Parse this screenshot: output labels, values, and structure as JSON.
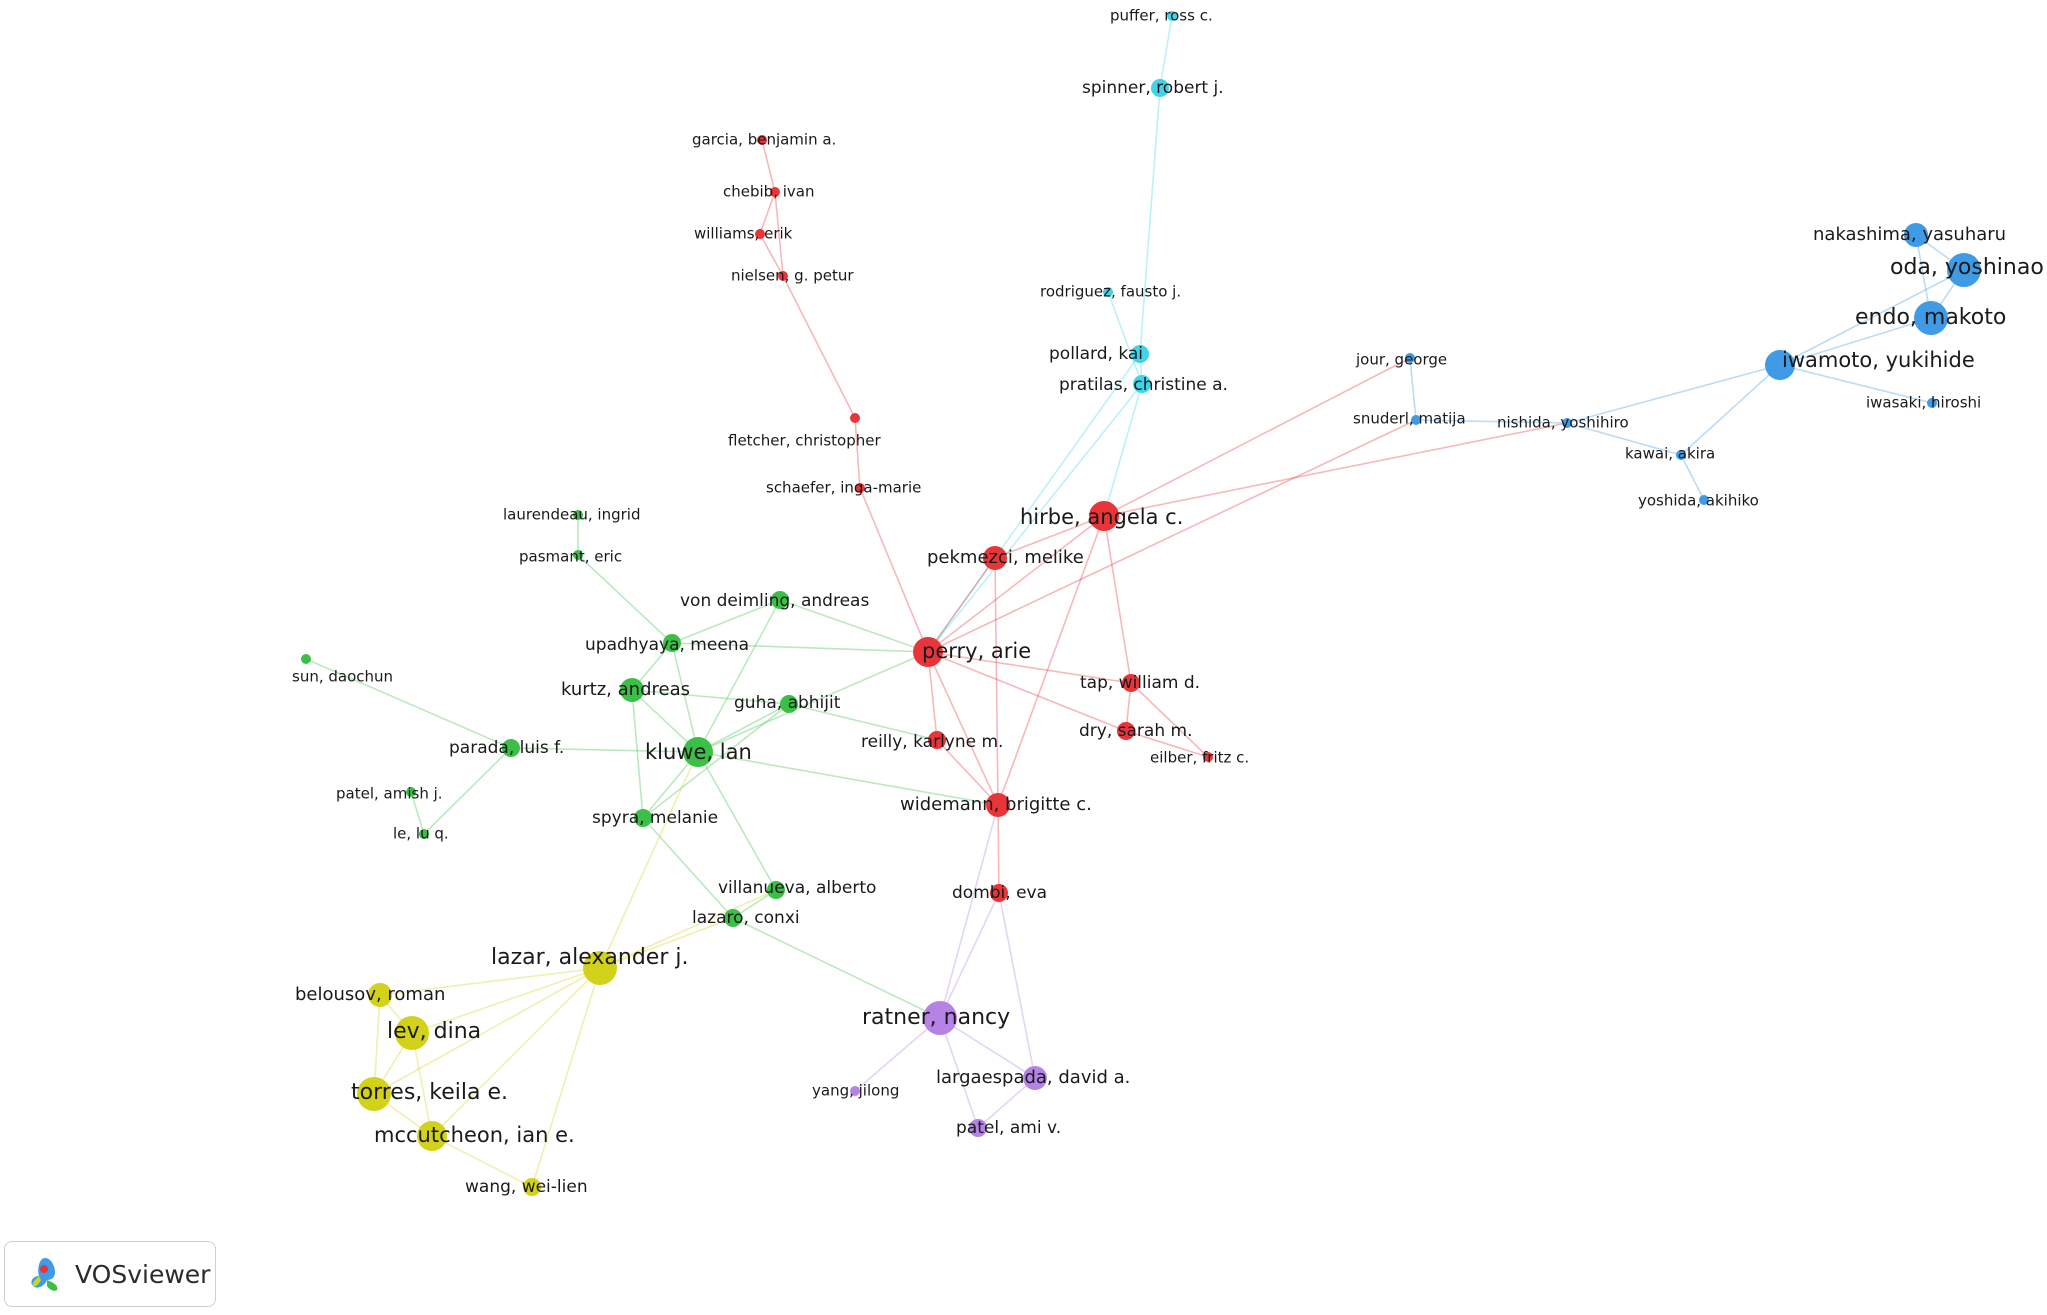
{
  "brand": {
    "name": "VOSviewer"
  },
  "cluster_colors": {
    "red": "#e8353a",
    "green": "#3cbf47",
    "blue": "#3f9be6",
    "yellow": "#d2d21a",
    "purple": "#b583e6",
    "cyan": "#41d3e8"
  },
  "nodes": [
    {
      "id": "puffer",
      "label": "puffer, ross c.",
      "c": "cyan",
      "s": 1
    },
    {
      "id": "spinner",
      "label": "spinner, robert j.",
      "c": "cyan",
      "s": 2
    },
    {
      "id": "rodriguez",
      "label": "rodriguez, fausto j.",
      "c": "cyan",
      "s": 1
    },
    {
      "id": "pollard",
      "label": "pollard, kai",
      "c": "cyan",
      "s": 2
    },
    {
      "id": "pratilas",
      "label": "pratilas, christine a.",
      "c": "cyan",
      "s": 2
    },
    {
      "id": "garcia",
      "label": "garcia, benjamin a.",
      "c": "red",
      "s": 1
    },
    {
      "id": "chebib",
      "label": "chebib, ivan",
      "c": "red",
      "s": 1
    },
    {
      "id": "williams",
      "label": "williams, erik",
      "c": "red",
      "s": 1
    },
    {
      "id": "nielsen",
      "label": "nielsen, g. petur",
      "c": "red",
      "s": 1
    },
    {
      "id": "fletcher",
      "label": "fletcher, christopher",
      "c": "red",
      "s": 1
    },
    {
      "id": "schaefer",
      "label": "schaefer, inga-marie",
      "c": "red",
      "s": 1
    },
    {
      "id": "hirbe",
      "label": "hirbe, angela c.",
      "c": "red",
      "s": 4
    },
    {
      "id": "pekmezci",
      "label": "pekmezci, melike",
      "c": "red",
      "s": 3
    },
    {
      "id": "perry",
      "label": "perry, arie",
      "c": "red",
      "s": 4
    },
    {
      "id": "tap",
      "label": "tap, william d.",
      "c": "red",
      "s": 2
    },
    {
      "id": "dry",
      "label": "dry, sarah m.",
      "c": "red",
      "s": 2
    },
    {
      "id": "eilber",
      "label": "eilber, fritz c.",
      "c": "red",
      "s": 1
    },
    {
      "id": "reilly",
      "label": "reilly, karlyne m.",
      "c": "red",
      "s": 2
    },
    {
      "id": "widemann",
      "label": "widemann, brigitte c.",
      "c": "red",
      "s": 3
    },
    {
      "id": "dombi",
      "label": "dombi, eva",
      "c": "red",
      "s": 2
    },
    {
      "id": "laurendeau",
      "label": "laurendeau, ingrid",
      "c": "green",
      "s": 1
    },
    {
      "id": "pasmant",
      "label": "pasmant, eric",
      "c": "green",
      "s": 1
    },
    {
      "id": "vondeimling",
      "label": "von deimling, andreas",
      "c": "green",
      "s": 2
    },
    {
      "id": "upadhyaya",
      "label": "upadhyaya, meena",
      "c": "green",
      "s": 2
    },
    {
      "id": "kurtz",
      "label": "kurtz, andreas",
      "c": "green",
      "s": 3
    },
    {
      "id": "guha",
      "label": "guha, abhijit",
      "c": "green",
      "s": 2
    },
    {
      "id": "kluwe",
      "label": "kluwe, lan",
      "c": "green",
      "s": 4
    },
    {
      "id": "parada",
      "label": "parada, luis f.",
      "c": "green",
      "s": 2
    },
    {
      "id": "sun",
      "label": "sun, daochun",
      "c": "green",
      "s": 1
    },
    {
      "id": "patelamish",
      "label": "patel, amish j.",
      "c": "green",
      "s": 1
    },
    {
      "id": "lelu",
      "label": "le, lu q.",
      "c": "green",
      "s": 1
    },
    {
      "id": "spyra",
      "label": "spyra, melanie",
      "c": "green",
      "s": 2
    },
    {
      "id": "villanueva",
      "label": "villanueva, alberto",
      "c": "green",
      "s": 2
    },
    {
      "id": "lazaro",
      "label": "lazaro, conxi",
      "c": "green",
      "s": 2
    },
    {
      "id": "nakashima",
      "label": "nakashima, yasuharu",
      "c": "blue",
      "s": 3
    },
    {
      "id": "oda",
      "label": "oda, yoshinao",
      "c": "blue",
      "s": 5
    },
    {
      "id": "endo",
      "label": "endo, makoto",
      "c": "blue",
      "s": 5
    },
    {
      "id": "iwamoto",
      "label": "iwamoto, yukihide",
      "c": "blue",
      "s": 4
    },
    {
      "id": "iwasaki",
      "label": "iwasaki, hiroshi",
      "c": "blue",
      "s": 1
    },
    {
      "id": "jour",
      "label": "jour, george",
      "c": "blue",
      "s": 1
    },
    {
      "id": "snuderl",
      "label": "snuderl, matija",
      "c": "blue",
      "s": 1
    },
    {
      "id": "nishida",
      "label": "nishida, yoshihiro",
      "c": "blue",
      "s": 1
    },
    {
      "id": "kawai",
      "label": "kawai, akira",
      "c": "blue",
      "s": 1
    },
    {
      "id": "yoshida",
      "label": "yoshida, akihiko",
      "c": "blue",
      "s": 1
    },
    {
      "id": "lazar",
      "label": "lazar, alexander j.",
      "c": "yellow",
      "s": 5
    },
    {
      "id": "belousov",
      "label": "belousov, roman",
      "c": "yellow",
      "s": 3
    },
    {
      "id": "lev",
      "label": "lev, dina",
      "c": "yellow",
      "s": 5
    },
    {
      "id": "torres",
      "label": "torres, keila e.",
      "c": "yellow",
      "s": 5
    },
    {
      "id": "mccutcheon",
      "label": "mccutcheon, ian e.",
      "c": "yellow",
      "s": 4
    },
    {
      "id": "wang",
      "label": "wang, wei-lien",
      "c": "yellow",
      "s": 2
    },
    {
      "id": "ratner",
      "label": "ratner, nancy",
      "c": "purple",
      "s": 5
    },
    {
      "id": "largaespada",
      "label": "largaespada, david a.",
      "c": "purple",
      "s": 3
    },
    {
      "id": "yang",
      "label": "yang, jilong",
      "c": "purple",
      "s": 1
    },
    {
      "id": "patelami",
      "label": "patel, ami v.",
      "c": "purple",
      "s": 2
    }
  ]
}
